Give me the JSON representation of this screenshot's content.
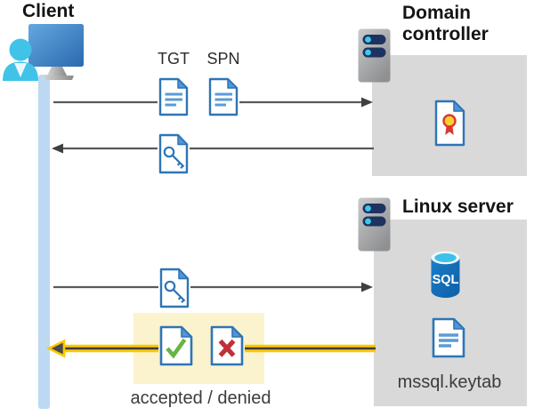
{
  "nodes": {
    "client": {
      "label": "Client"
    },
    "domain_controller": {
      "label": "Domain controller"
    },
    "linux_server": {
      "label": "Linux server",
      "sql_badge": "SQL",
      "keytab_label": "mssql.keytab"
    }
  },
  "labels": {
    "tgt": "TGT",
    "spn": "SPN",
    "result": "accepted / denied"
  },
  "icons": [
    "client-computer-icon",
    "user-icon",
    "server-icon-domain",
    "server-icon-linux",
    "certificate-document-icon",
    "tgt-document-icon",
    "spn-document-icon",
    "key-document-icon",
    "accepted-document-icon",
    "denied-document-icon",
    "sql-database-icon",
    "keytab-document-icon",
    "check-icon",
    "x-icon",
    "key-icon"
  ],
  "colors": {
    "doc_border": "#2E75B6",
    "doc_fold": "#4E95D9",
    "doc_lines": "#5B9BD5",
    "lifeline_blue": "#BDD8F2",
    "box_gray": "#D9D9D9",
    "highlight_yellow": "#FBF3CD",
    "arrow_gray": "#58595B",
    "arrow_yellow": "#FFC800",
    "check_green": "#67B346",
    "cross_red": "#C13037",
    "person_cyan": "#41C3E8",
    "server_pill_navy": "#1E3260",
    "sql_blue": "#1173BC",
    "cert_gold": "#FFCF2E",
    "cert_red": "#D8392F"
  }
}
